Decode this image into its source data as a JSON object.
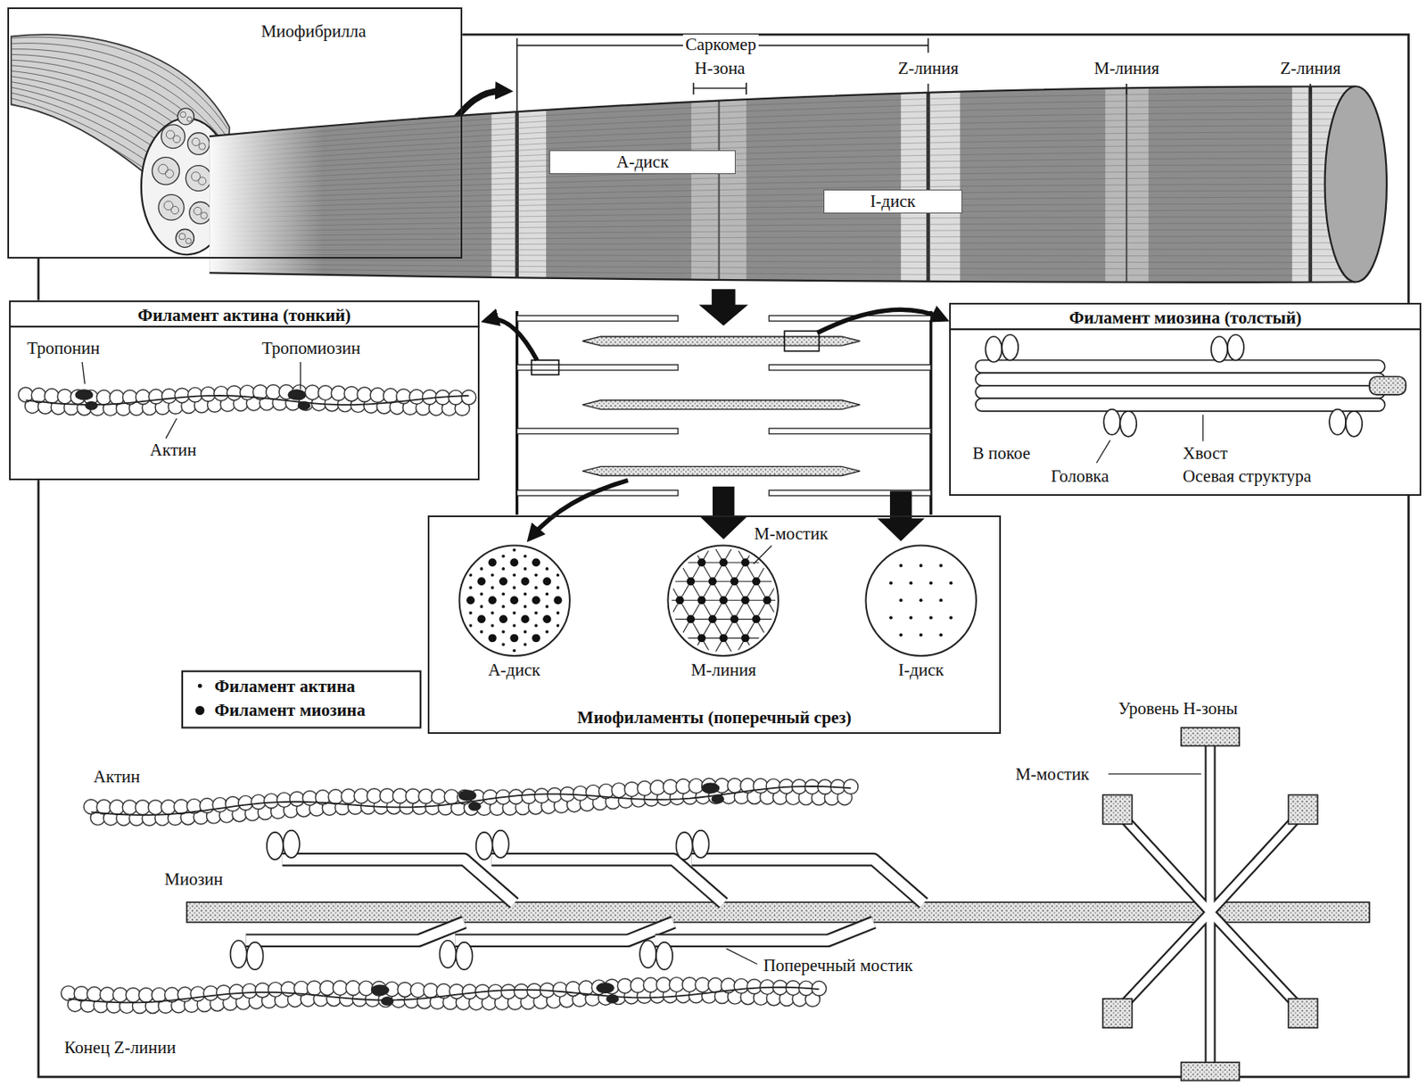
{
  "diagram": {
    "nodes": [
      {
        "text": [
          "Миофибрилла"
        ]
      },
      {
        "text": [
          "А-диск"
        ]
      },
      {
        "text": [
          "I-диск"
        ]
      },
      {
        "text": [
          "Филамент актина (тонкий)"
        ]
      },
      {
        "text": [
          "Филамент миозина (толстый)"
        ]
      },
      {
        "text": [
          "Миофиламенты (поперечный срез)"
        ]
      },
      {
        "text": [
          "А-диск"
        ],
        "in": 5
      },
      {
        "text": [
          "М-линия"
        ],
        "in": 5
      },
      {
        "text": [
          "I-диск"
        ],
        "in": 5
      }
    ],
    "labels": [
      "Саркомер",
      "H-зона",
      "Z-линия",
      "М-линия",
      "Z-линия",
      "Тропонин",
      "Тропомиозин",
      "Актин",
      "В покое",
      "Головка",
      "Хвост",
      "Осевая структура",
      "М-мостик",
      "Актин",
      "Миозин",
      "Поперечный мостик",
      "Конец Z-линии",
      "Уровень H-зоны",
      "М-мостик"
    ],
    "legend": [
      {
        "text": "Филамент актина"
      },
      {
        "text": "Филамент миозина"
      }
    ]
  }
}
